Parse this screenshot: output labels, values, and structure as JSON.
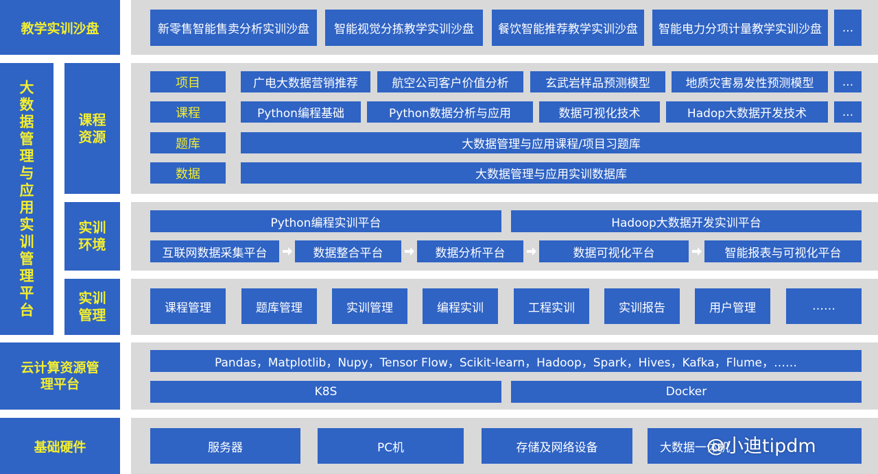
{
  "sandbox": {
    "label": "教学实训沙盘",
    "items": [
      "新零售智能售卖分析实训沙盘",
      "智能视觉分拣教学实训沙盘",
      "餐饮智能推荐教学实训沙盘",
      "智能电力分项计量教学实训沙盘",
      "..."
    ]
  },
  "platform": {
    "label": "大数据管理与应用实训管理平台"
  },
  "course_resources": {
    "label": "课程资源",
    "rows": {
      "project": {
        "label": "项目",
        "items": [
          "广电大数据营销推荐",
          "航空公司客户价值分析",
          "玄武岩样品预测模型",
          "地质灾害易发性预测模型",
          "..."
        ]
      },
      "course": {
        "label": "课程",
        "items": [
          "Python编程基础",
          "Python数据分析与应用",
          "数据可视化技术",
          "Hadop大数据开发技术",
          "..."
        ]
      },
      "question_bank": {
        "label": "题库",
        "value": "大数据管理与应用课程/项目习题库"
      },
      "data": {
        "label": "数据",
        "value": "大数据管理与应用实训数据库"
      }
    }
  },
  "training_env": {
    "label": "实训环境",
    "platforms": [
      "Python编程实训平台",
      "Hadoop大数据开发实训平台"
    ],
    "pipeline": [
      "互联网数据采集平台",
      "数据整合平台",
      "数据分析平台",
      "数据可视化平台",
      "智能报表与可视化平台"
    ]
  },
  "training_mgmt": {
    "label": "实训管理",
    "items": [
      "课程管理",
      "题库管理",
      "实训管理",
      "编程实训",
      "工程实训",
      "实训报告",
      "用户管理",
      "……"
    ]
  },
  "cloud": {
    "label": "云计算资源管理平台",
    "libraries": "Pandas，Matplotlib，Nupy，Tensor Flow，Scikit-learn，Hadoop，Spark，Hives，Kafka，Flume，……",
    "infra": [
      "K8S",
      "Docker"
    ]
  },
  "hardware": {
    "label": "基础硬件",
    "items": [
      "服务器",
      "PC机",
      "存储及网络设备",
      "大数据一体机"
    ]
  },
  "watermark": "@小迪tipdm",
  "colors": {
    "box": "#2f63c4",
    "panel": "#d9d9d9",
    "label": "#f3ee2f",
    "text": "#ffffff"
  }
}
